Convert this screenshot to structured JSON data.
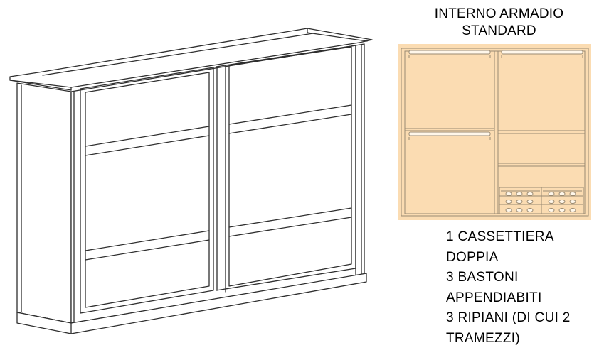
{
  "interior_title": {
    "line1": "INTERNO ARMADIO",
    "line2": "STANDARD"
  },
  "specifications": [
    "1 CASSETTIERA",
    "DOPPIA",
    "3 BASTONI",
    "APPENDIABITI",
    "3 RIPIANI (DI CUI 2",
    "TRAMEZZI)"
  ],
  "colors": {
    "interior_fill": "#fbdcb2",
    "interior_line": "#9a8a72",
    "wardrobe_line": "#2e2e2e",
    "wardrobe_fill": "#ffffff"
  }
}
